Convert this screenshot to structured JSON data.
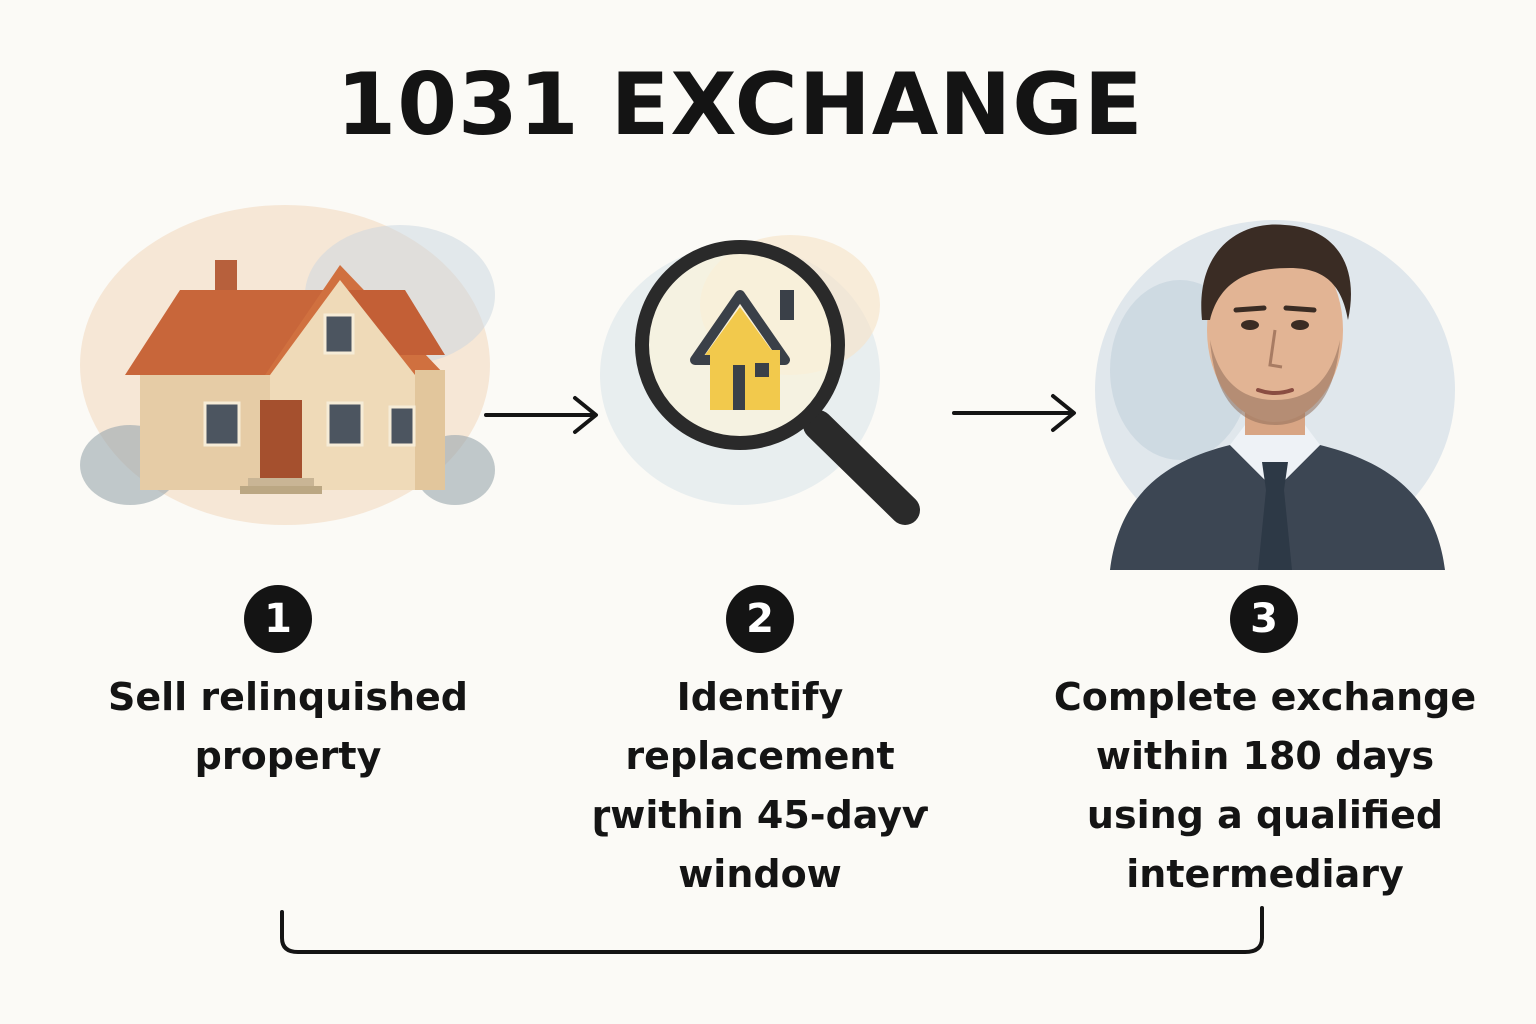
{
  "title": "1031 EXCHANGE",
  "steps": [
    {
      "number": "1",
      "lines": [
        "Sell relinquished",
        "property"
      ],
      "icon": "house-icon"
    },
    {
      "number": "2",
      "lines": [
        "Identify",
        "replacement",
        "ɽwithin 45-dayѵ",
        "window"
      ],
      "icon": "magnifying-glass-house-icon"
    },
    {
      "number": "3",
      "lines": [
        "Complete exchange",
        "within 180 days",
        "using a qualified",
        "intermediary"
      ],
      "icon": "intermediary-portrait-icon"
    }
  ],
  "colors": {
    "background": "#fbfaf6",
    "text": "#141414",
    "roof": "#c8663a",
    "wall": "#ecd7b3",
    "accent_yellow": "#f2c94c",
    "suit": "#3c4653"
  }
}
